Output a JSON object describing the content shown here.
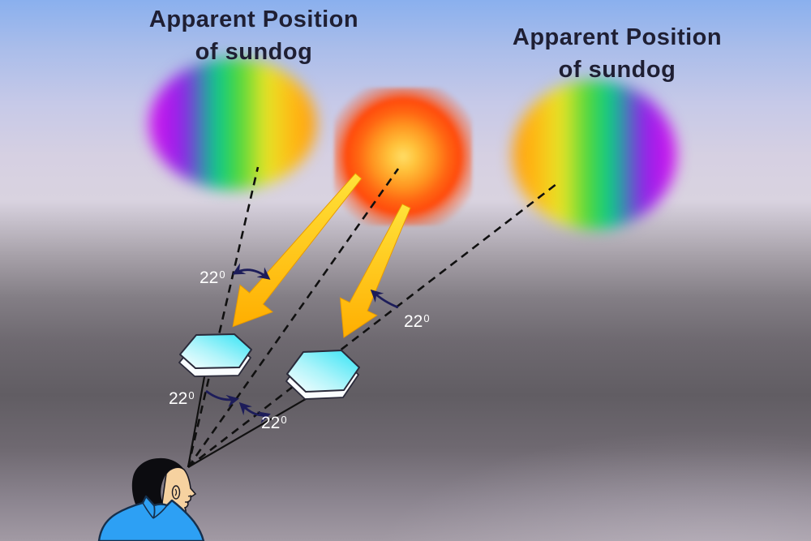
{
  "titles": {
    "left": {
      "line1": "Apparent Position",
      "line2": "of sundog"
    },
    "right": {
      "line1": "Apparent Position",
      "line2": "of sundog"
    }
  },
  "angles": [
    {
      "id": "upper-left",
      "value": "22",
      "sup": "0"
    },
    {
      "id": "upper-right",
      "value": "22",
      "sup": "0"
    },
    {
      "id": "lower-left",
      "value": "22",
      "sup": "0"
    },
    {
      "id": "lower-middle",
      "value": "22",
      "sup": "0"
    }
  ],
  "scene": {
    "sun": {
      "core_color": "#ffdd66",
      "glow_color": "#ff4b0c"
    },
    "sundog_left": {
      "direction": "violet-to-orange",
      "spectrum": [
        "#d013ee",
        "#8f25e8",
        "#0ac98e",
        "#52d83c",
        "#e8e426",
        "#ffb714"
      ]
    },
    "sundog_right": {
      "direction": "orange-to-violet",
      "spectrum": [
        "#ffb714",
        "#e8e426",
        "#52d83c",
        "#0ac98e",
        "#8f25e8",
        "#d013ee"
      ]
    },
    "ice_crystals": {
      "count": 2,
      "shape": "hexagonal-plate",
      "fill": "#2fe3f5"
    },
    "sun_rays": {
      "count": 2,
      "color": "#ffc808"
    },
    "sight_lines": {
      "solid": 2,
      "dashed": 3,
      "color": "#101010"
    },
    "angle_arcs": {
      "count": 4,
      "color": "#1d1d5a"
    },
    "observer": {
      "shirt_color": "#2da0f4",
      "hair_color": "#0c0c10",
      "skin_color": "#f6d2a0"
    }
  },
  "background": {
    "sky_top": "#8ab0ee",
    "sky_mid": "#d8d2e2",
    "ground_dark": "#605c62",
    "ground_bottom": "#a29aa4"
  }
}
